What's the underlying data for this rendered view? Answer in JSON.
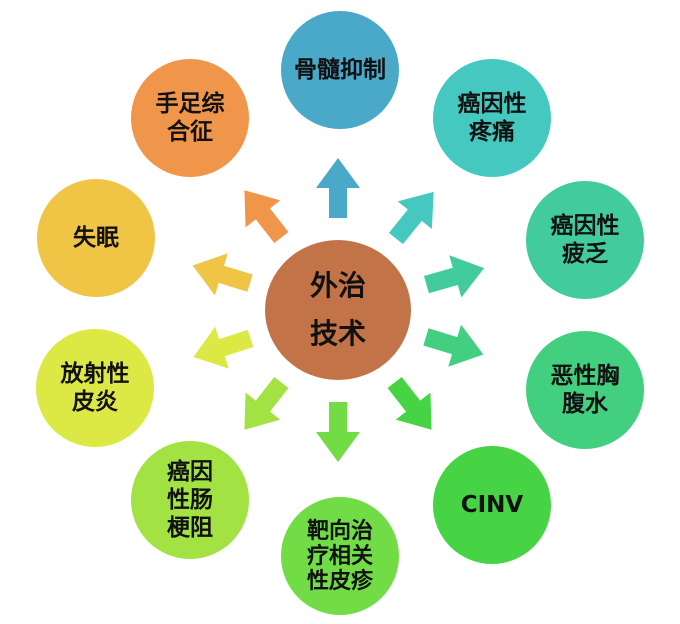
{
  "center": {
    "label": "外治技术",
    "color": "#c27448"
  },
  "nodes": [
    {
      "label": "骨髓抑制",
      "color": "#4aa8c8"
    },
    {
      "label": "癌因性疼痛",
      "color": "#45c8c0"
    },
    {
      "label": "癌因性疲乏",
      "color": "#42cc9e"
    },
    {
      "label": "恶性胸腹水",
      "color": "#42d080"
    },
    {
      "label": "CINV",
      "color": "#46d444"
    },
    {
      "label": "靶向治疗相关性皮疹",
      "color": "#72dc46"
    },
    {
      "label": "癌因性肠梗阻",
      "color": "#a2e242"
    },
    {
      "label": "放射性皮炎",
      "color": "#dce844"
    },
    {
      "label": "失眠",
      "color": "#f0c444"
    },
    {
      "label": "手足综合征",
      "color": "#f0964a"
    }
  ]
}
